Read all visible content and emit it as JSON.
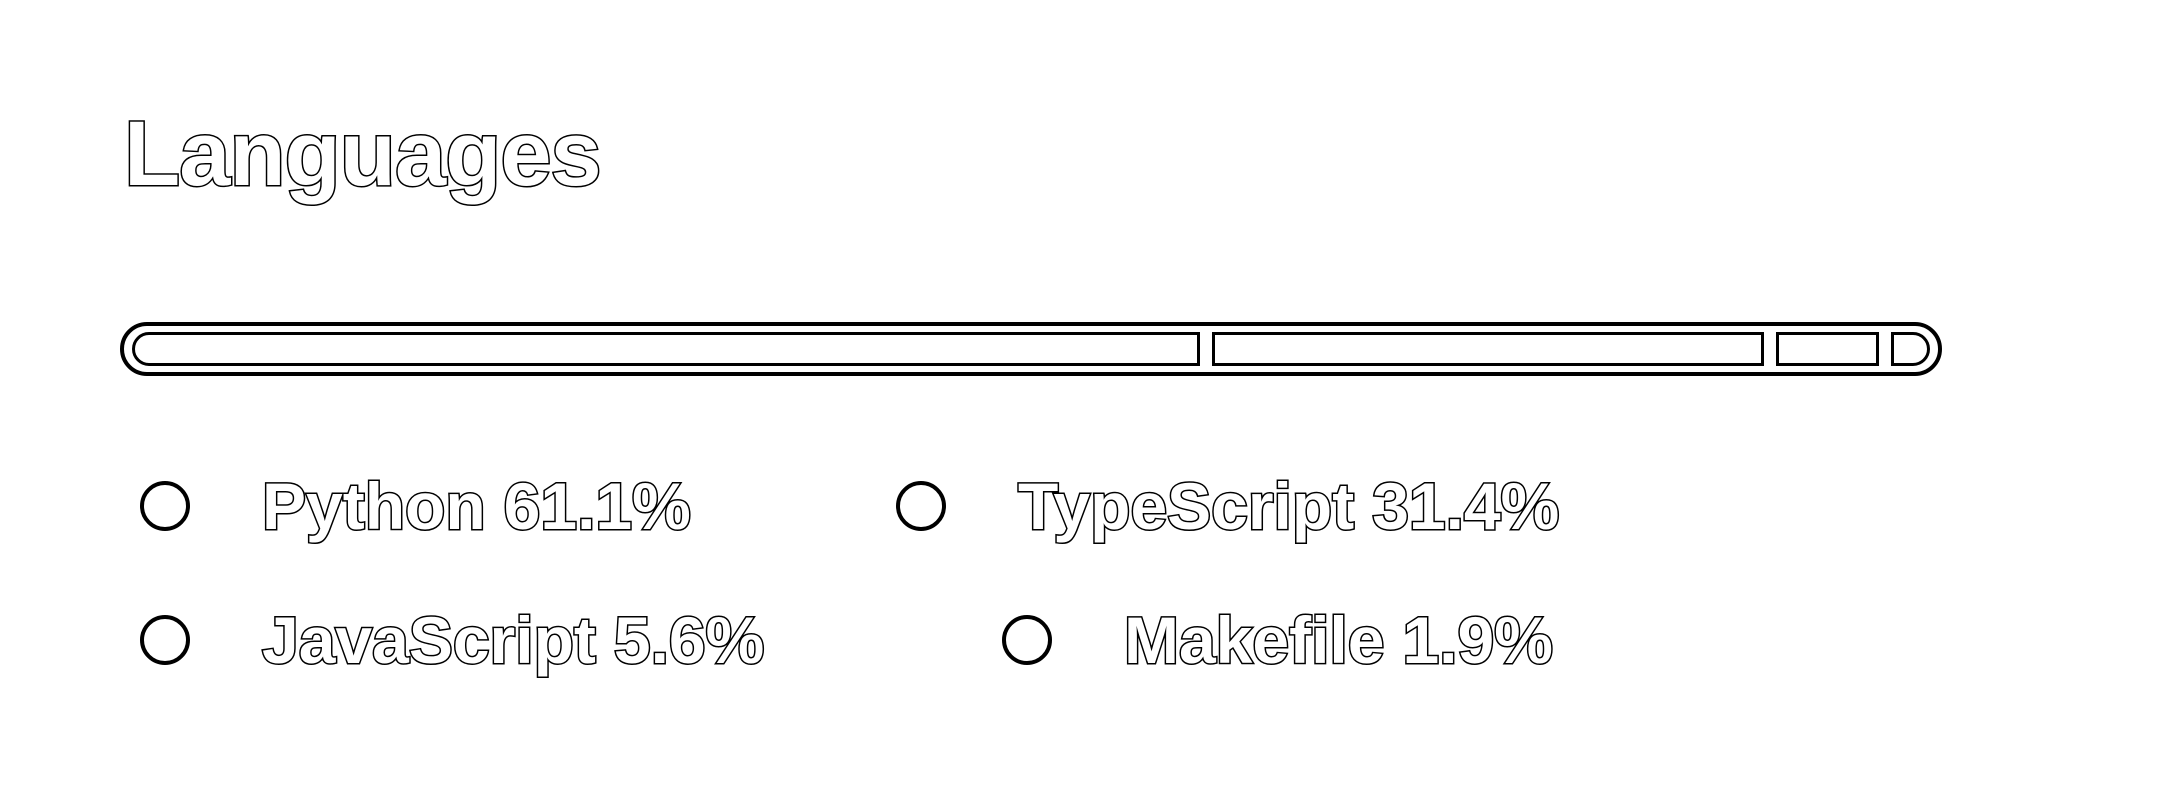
{
  "section": {
    "title": "Languages"
  },
  "languages": [
    {
      "name": "Python",
      "percent_label": "61.1%",
      "percent": 61.1,
      "color": "#ffffff"
    },
    {
      "name": "TypeScript",
      "percent_label": "31.4%",
      "percent": 31.4,
      "color": "#ffffff"
    },
    {
      "name": "JavaScript",
      "percent_label": "5.6%",
      "percent": 5.6,
      "color": "#ffffff"
    },
    {
      "name": "Makefile",
      "percent_label": "1.9%",
      "percent": 1.9,
      "color": "#ffffff"
    }
  ],
  "style": {
    "outline_color": "#000000",
    "fill_color": "#ffffff"
  }
}
